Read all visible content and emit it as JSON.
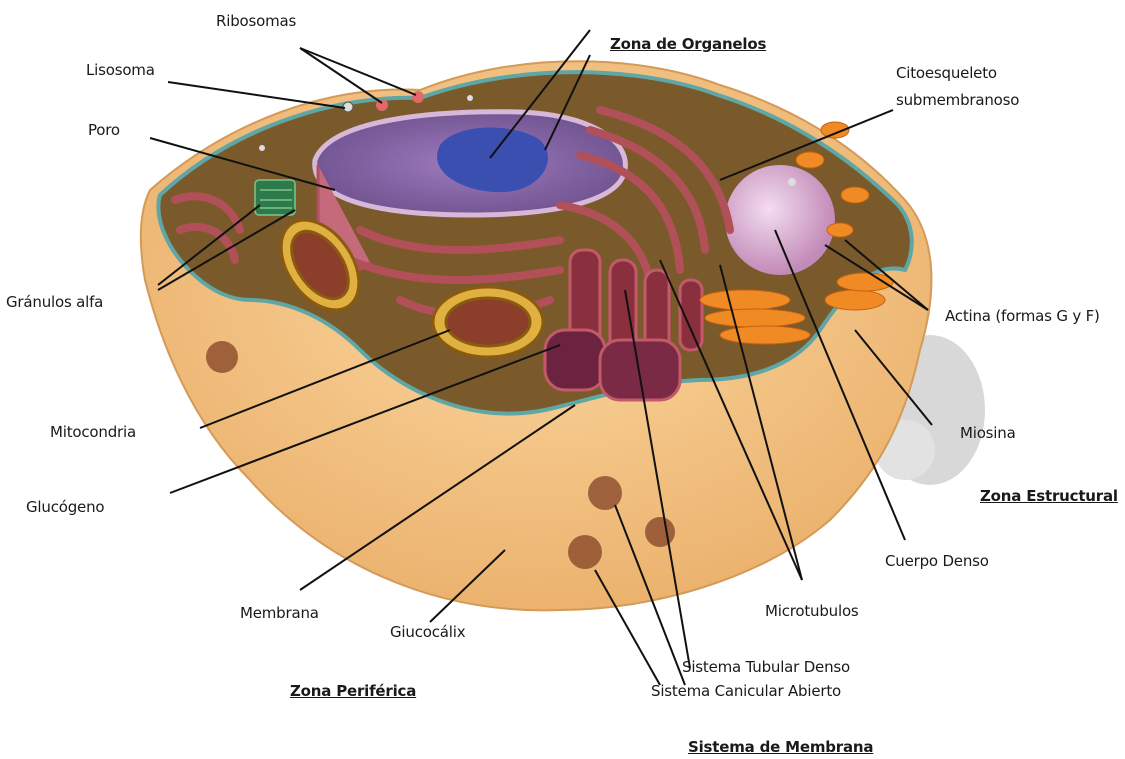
{
  "labels": {
    "ribosomas": "Ribosomas",
    "lisosoma": "Lisosoma",
    "poro": "Poro",
    "granulos_alfa": "Gránulos alfa",
    "mitocondria": "Mitocondria",
    "glucogeno": "Glucógeno",
    "membrana": "Membrana",
    "glucocalix": "Giucocálix",
    "sistema_tubular_denso": "Sistema Tubular Denso",
    "sistema_canicular_abierto": "Sistema Canicular Abierto",
    "microtubulos": "Microtubulos",
    "cuerpo_denso": "Cuerpo Denso",
    "miosina": "Miosina",
    "actina": "Actina (formas G y F)",
    "citoesqueleto": "Citoesqueleto",
    "submembranoso": "submembranoso"
  },
  "zones": {
    "organelos": "Zona de Organelos",
    "estructural": "Zona Estructural",
    "periferica": "Zona Periférica",
    "membrana": "Sistema de Membrana"
  },
  "colors": {
    "outer_body": "#f6c685",
    "cytoplasm": "#7a5a2a",
    "nucleus_envelope": "#b98ab5",
    "nucleolus": "#3b4fb0",
    "er": "#b2505a",
    "mitochondria": "#d9a43a",
    "golgi": "#f08a25",
    "vesicle": "#e4c2dd",
    "lines": "#111111"
  }
}
